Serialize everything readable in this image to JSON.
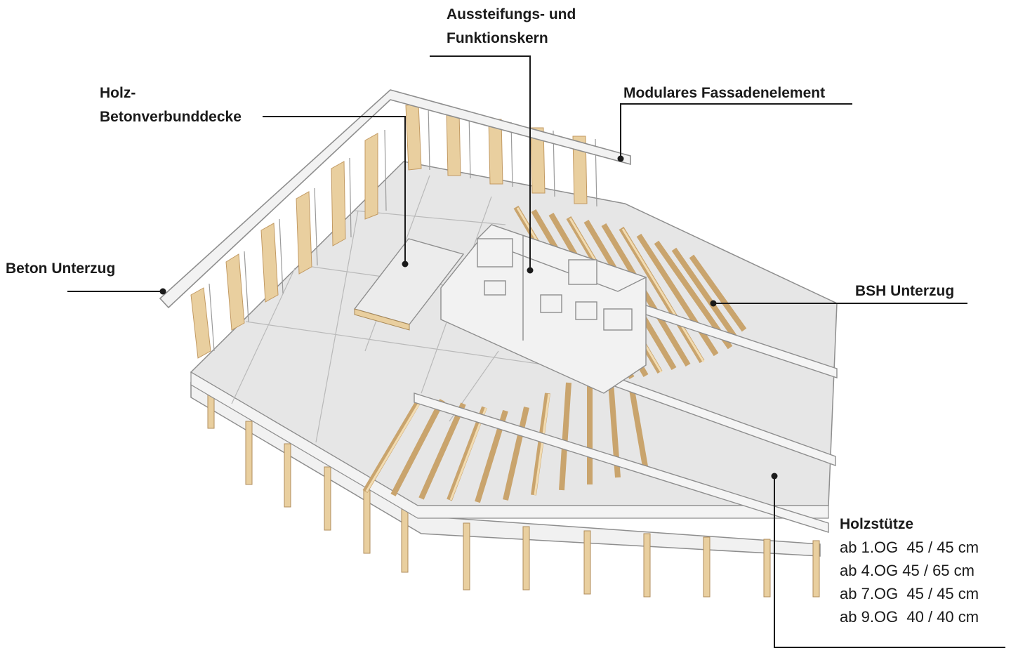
{
  "labels": {
    "core": [
      "Aussteifungs- und",
      "Funktionskern"
    ],
    "slab": [
      "Holz-",
      "Betonverbunddecke"
    ],
    "facade": "Modulares Fassadenelement",
    "concrete_beam": "Beton Unterzug",
    "glulam_beam": "BSH Unterzug"
  },
  "column_spec": {
    "title": "Holzstütze",
    "rows": [
      "ab 1.OG  45 / 45 cm",
      "ab 4.OG 45 / 65 cm",
      "ab 7.OG  45 / 45 cm",
      "ab 9.OG  40 / 40 cm"
    ]
  },
  "colors": {
    "wood": "#e9cf9f",
    "wood_dark": "#d9b27a",
    "slab": "#e6e6e6",
    "concrete": "#f1f1f1",
    "outline": "#8e8e8e",
    "leader": "#1a1a1a"
  }
}
